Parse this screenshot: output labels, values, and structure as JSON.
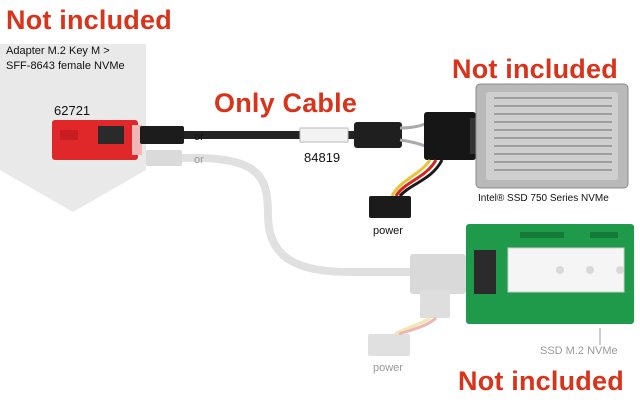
{
  "not_included_top_left": "Not included",
  "not_included_top_right": "Not included",
  "not_included_bottom_right": "Not included",
  "adapter_line1": "Adapter M.2 Key M >",
  "adapter_line2": "SFF-8643 female NVMe",
  "adapter_part_number": "62721",
  "headline": "Only Cable",
  "cable_part_number": "84819",
  "or_label_1": "or",
  "or_label_2": "or",
  "ssd_750_label": "Intel® SSD 750 Series NVMe",
  "power_label_1": "power",
  "power_label_2": "power",
  "ssd_m2_label": "SSD M.2 NVMe",
  "colors": {
    "accent_red": "#d9331b",
    "faded_gray": "#9a9a9a",
    "pcb_green": "#1f9a4a"
  }
}
